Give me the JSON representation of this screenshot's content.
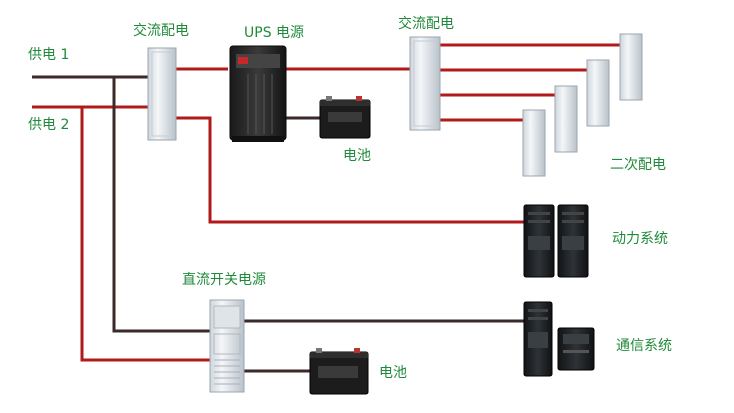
{
  "labels": {
    "supply_1": "供电 1",
    "supply_2": "供电 2",
    "ac_distribution_left": "交流配电",
    "ups_power": "UPS 电源",
    "ac_distribution_right": "交流配电",
    "battery_ups": "电池",
    "secondary_distribution": "二次配电",
    "power_system": "动力系统",
    "dc_switching_power": "直流开关电源",
    "communication_system": "通信系统",
    "battery_dc": "电池"
  },
  "colors": {
    "label_text": "#1f8a3a",
    "wire_dark": "#3a2a2a",
    "wire_red": "#b01a1a",
    "cabinet_light": "#e6eaee",
    "cabinet_edge": "#9aa6b2",
    "ups_body": "#2b2b2b",
    "server_body": "#1e2226"
  }
}
